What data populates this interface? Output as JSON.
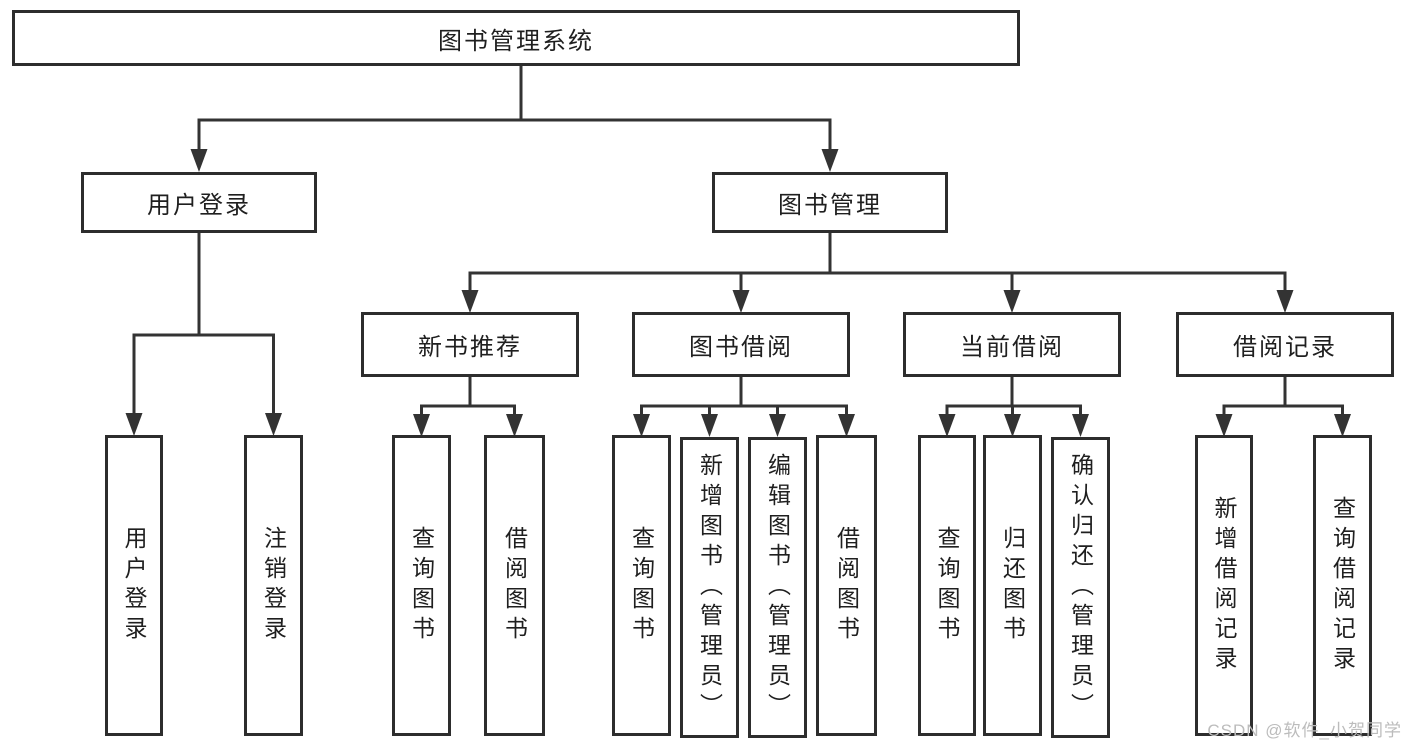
{
  "tree": {
    "root": "图书管理系统",
    "children": [
      {
        "label": "用户登录",
        "children": [
          "用户登录",
          "注销登录"
        ]
      },
      {
        "label": "图书管理",
        "children": [
          {
            "label": "新书推荐",
            "children": [
              "查询图书",
              "借阅图书"
            ]
          },
          {
            "label": "图书借阅",
            "children": [
              "查询图书",
              "新增图书（管理员）",
              "编辑图书（管理员）",
              "借阅图书"
            ]
          },
          {
            "label": "当前借阅",
            "children": [
              "查询图书",
              "归还图书",
              "确认归还（管理员）"
            ]
          },
          {
            "label": "借阅记录",
            "children": [
              "新增借阅记录",
              "查询借阅记录"
            ]
          }
        ]
      }
    ]
  },
  "watermark": {
    "text": "CSDN @软件_小贺同学"
  },
  "colors": {
    "background": "#ffffff",
    "line": "#333333",
    "box_border": "#2d2d2d",
    "box_text": "#1f1f1f",
    "watermark": "#bcbcbc"
  }
}
